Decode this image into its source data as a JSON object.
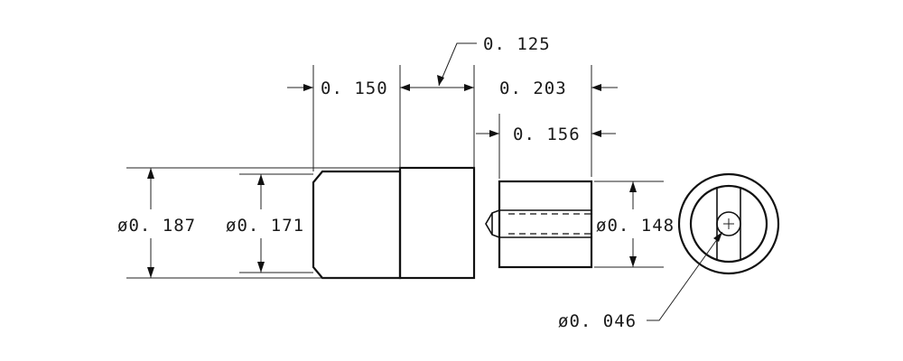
{
  "dimensions": {
    "knurl_offset": "0. 125",
    "head_length": "0. 150",
    "body_length": "0. 203",
    "slot_length": "0. 156",
    "outer_diameter": "ø0. 187",
    "head_diameter": "ø0. 171",
    "pin_diameter": "ø0. 148",
    "hole_diameter": "ø0. 046"
  }
}
